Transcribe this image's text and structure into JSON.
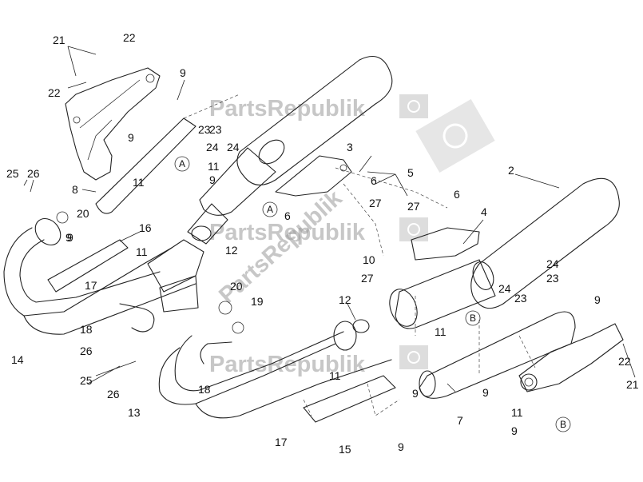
{
  "watermark": {
    "text": "PartsRepublik",
    "icon": "gear-flag-icon"
  },
  "callouts": [
    "21",
    "22",
    "22",
    "9",
    "23",
    "24",
    "9",
    "11",
    "23",
    "24",
    "25",
    "26",
    "8",
    "11",
    "9",
    "9",
    "3",
    "5",
    "6",
    "6",
    "27",
    "20",
    "16",
    "9",
    "11",
    "12",
    "27",
    "6",
    "2",
    "4",
    "10",
    "27",
    "17",
    "14",
    "20",
    "19",
    "18",
    "26",
    "25",
    "26",
    "12",
    "11",
    "24",
    "23",
    "24",
    "23",
    "9",
    "9",
    "18",
    "13",
    "11",
    "17",
    "15",
    "9",
    "7",
    "9",
    "11",
    "9",
    "22",
    "21"
  ],
  "section_markers": {
    "a": "A",
    "b": "B"
  }
}
